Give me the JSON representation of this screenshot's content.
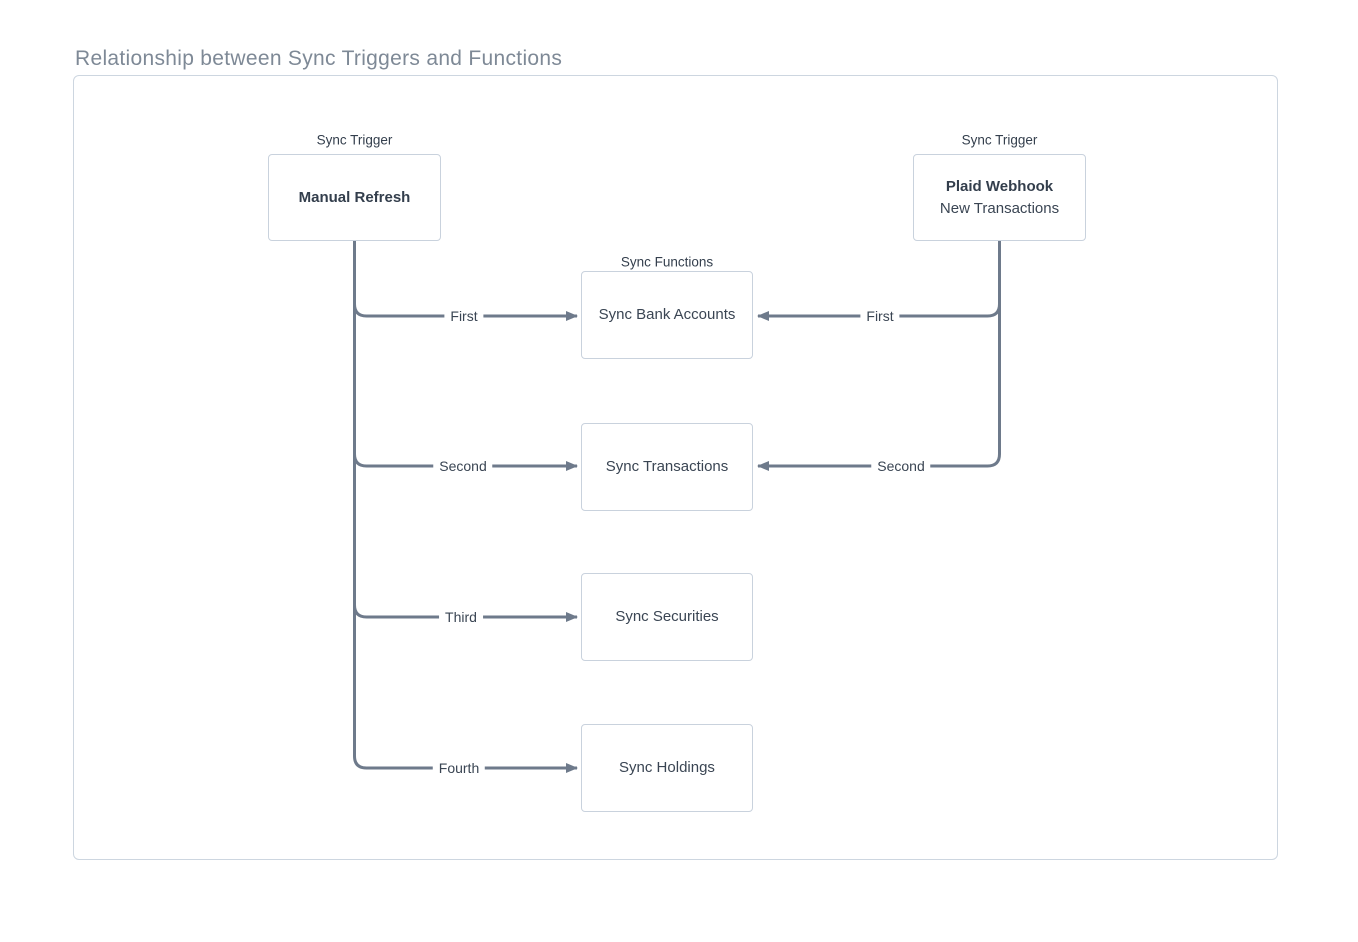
{
  "title": "Relationship between Sync Triggers and Functions",
  "colors": {
    "line": "#6e7a8b",
    "node_border": "#c9d2dd",
    "canvas_border": "#cdd6e0",
    "text_dark": "#333e4c",
    "title_gray": "#7e8996"
  },
  "triggers": [
    {
      "label": "Sync Trigger",
      "name": "Manual Refresh"
    },
    {
      "label": "Sync Trigger",
      "name": "Plaid Webhook",
      "subtitle": "New Transactions"
    }
  ],
  "functions_label": "Sync Functions",
  "functions": [
    "Sync Bank Accounts",
    "Sync Transactions",
    "Sync Securities",
    "Sync Holdings"
  ],
  "edges": {
    "manual_refresh": [
      "First",
      "Second",
      "Third",
      "Fourth"
    ],
    "plaid_webhook": [
      "First",
      "Second"
    ]
  }
}
